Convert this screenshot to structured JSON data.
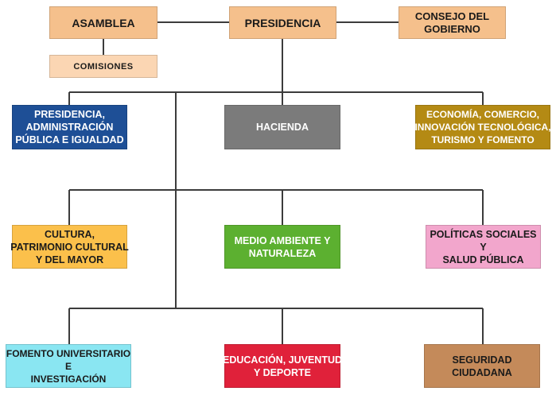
{
  "colors": {
    "connector": "#3c3c3c",
    "peach": "#f5c08c",
    "peach_light": "#fbd6b3",
    "blue": "#1e4f96",
    "gray": "#7b7b7b",
    "olive": "#b48a14",
    "yellow": "#fbc04b",
    "green": "#5cb030",
    "pink": "#f2a6cc",
    "cyan": "#8ae6f2",
    "red": "#e0213a",
    "brown": "#c48a5a"
  },
  "nodes": {
    "asamblea": {
      "lines": [
        "ASAMBLEA"
      ]
    },
    "comisiones": {
      "lines": [
        "COMISIONES"
      ]
    },
    "presidencia": {
      "lines": [
        "PRESIDENCIA"
      ]
    },
    "consejo": {
      "lines": [
        "CONSEJO DEL",
        "GOBIERNO"
      ]
    },
    "pres_admin": {
      "lines": [
        "PRESIDENCIA,",
        "ADMINISTRACIÓN",
        "PÚBLICA E IGUALDAD"
      ]
    },
    "hacienda": {
      "lines": [
        "HACIENDA"
      ]
    },
    "economia": {
      "lines": [
        "ECONOMÍA, COMERCIO,",
        "INNOVACIÓN TECNOLÓGICA,",
        "TURISMO Y FOMENTO"
      ]
    },
    "cultura": {
      "lines": [
        "CULTURA,",
        "PATRIMONIO CULTURAL",
        "Y DEL MAYOR"
      ]
    },
    "medio": {
      "lines": [
        "MEDIO AMBIENTE Y",
        "NATURALEZA"
      ]
    },
    "politicas": {
      "lines": [
        "POLÍTICAS SOCIALES",
        "Y",
        "SALUD PÚBLICA"
      ]
    },
    "fomento": {
      "lines": [
        "FOMENTO UNIVERSITARIO",
        "E",
        "INVESTIGACIÓN"
      ]
    },
    "educacion": {
      "lines": [
        "EDUCACIÓN, JUVENTUD",
        "Y DEPORTE"
      ]
    },
    "seguridad": {
      "lines": [
        "SEGURIDAD",
        "CIUDADANA"
      ]
    }
  }
}
